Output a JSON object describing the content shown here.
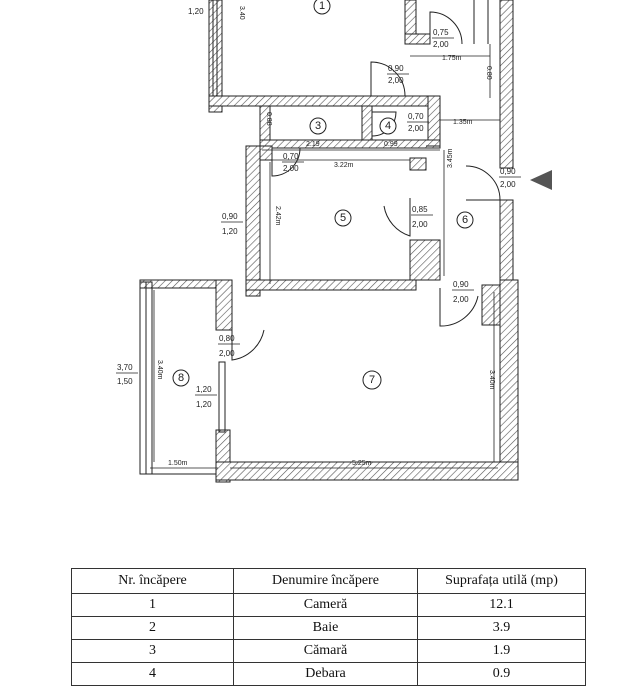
{
  "plan": {
    "rooms": [
      {
        "id": "1",
        "label": "1"
      },
      {
        "id": "3",
        "label": "3"
      },
      {
        "id": "4",
        "label": "4"
      },
      {
        "id": "5",
        "label": "5"
      },
      {
        "id": "6",
        "label": "6"
      },
      {
        "id": "7",
        "label": "7"
      },
      {
        "id": "8",
        "label": "8"
      }
    ],
    "openings": {
      "w_top_left": [
        "1,20",
        ""
      ],
      "d_bath": [
        "0,75",
        "2,00"
      ],
      "d_hall_top": [
        "0,90",
        "2,00"
      ],
      "d_debara": [
        "0,70",
        "2,00"
      ],
      "d_camara": [
        "0,70",
        "2,00"
      ],
      "d_entry": [
        "0,90",
        "2,00"
      ],
      "w_room5": [
        "0,90",
        "1,20"
      ],
      "d_room5": [
        "0,85",
        "2,00"
      ],
      "d_room7_right": [
        "0,90",
        "2,00"
      ],
      "d_room7_left": [
        "0,80",
        "2,00"
      ],
      "w_balcony": [
        "3,70",
        "1,50"
      ],
      "w_room7": [
        "1,20",
        "1,20"
      ]
    },
    "dims": {
      "d_340": "3.40",
      "d_175": "1.75m",
      "d_080": "0.80",
      "d_088": "0.88",
      "d_135": "1.35m",
      "d_219": "2.19",
      "d_099": "0.99",
      "d_322": "3.22m",
      "d_345": "3.45m",
      "d_242": "2.42m",
      "d_340b": "3.40m",
      "d_340c": "3.40m",
      "d_150": "1.50m",
      "d_525": "5.25m"
    }
  },
  "table": {
    "headers": [
      "Nr. încăpere",
      "Denumire încăpere",
      "Suprafața utilă (mp)"
    ],
    "rows": [
      [
        "1",
        "Cameră",
        "12.1"
      ],
      [
        "2",
        "Baie",
        "3.9"
      ],
      [
        "3",
        "Cămară",
        "1.9"
      ],
      [
        "4",
        "Debara",
        "0.9"
      ]
    ]
  }
}
